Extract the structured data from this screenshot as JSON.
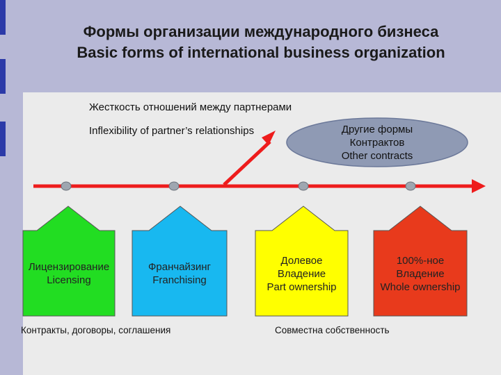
{
  "slide": {
    "title_ru": "Формы организации международного бизнеса",
    "title_en": "Basic forms of international business organization"
  },
  "axis": {
    "label_ru": "Жесткость отношений между партнерами",
    "label_en": "Inflexibility of partner’s relationships"
  },
  "ellipse": {
    "line1": "Другие формы",
    "line2": "Контрактов",
    "line3": "Other contracts"
  },
  "boxes": [
    {
      "line1": "Лицензирование",
      "line2": "Licensing",
      "line3": "",
      "color": "#22dd22"
    },
    {
      "line1": "Франчайзинг",
      "line2": "Franchising",
      "line3": "",
      "color": "#18b8f0"
    },
    {
      "line1": "Долевое",
      "line2": "Владение",
      "line3": "Part ownership",
      "color": "#ffff00"
    },
    {
      "line1": "100%-ное",
      "line2": "Владение",
      "line3": "Whole ownership",
      "color": "#e83a1c"
    }
  ],
  "groups": {
    "contracts": "Контракты, договоры, соглашения",
    "ownership": "Совместна собственность"
  },
  "colors": {
    "arrow": "#ee1c1c",
    "background": "#b7b8d6",
    "panel": "#ebebeb",
    "accent_bar": "#2c3aa8",
    "ellipse": "#8f9ab4"
  }
}
